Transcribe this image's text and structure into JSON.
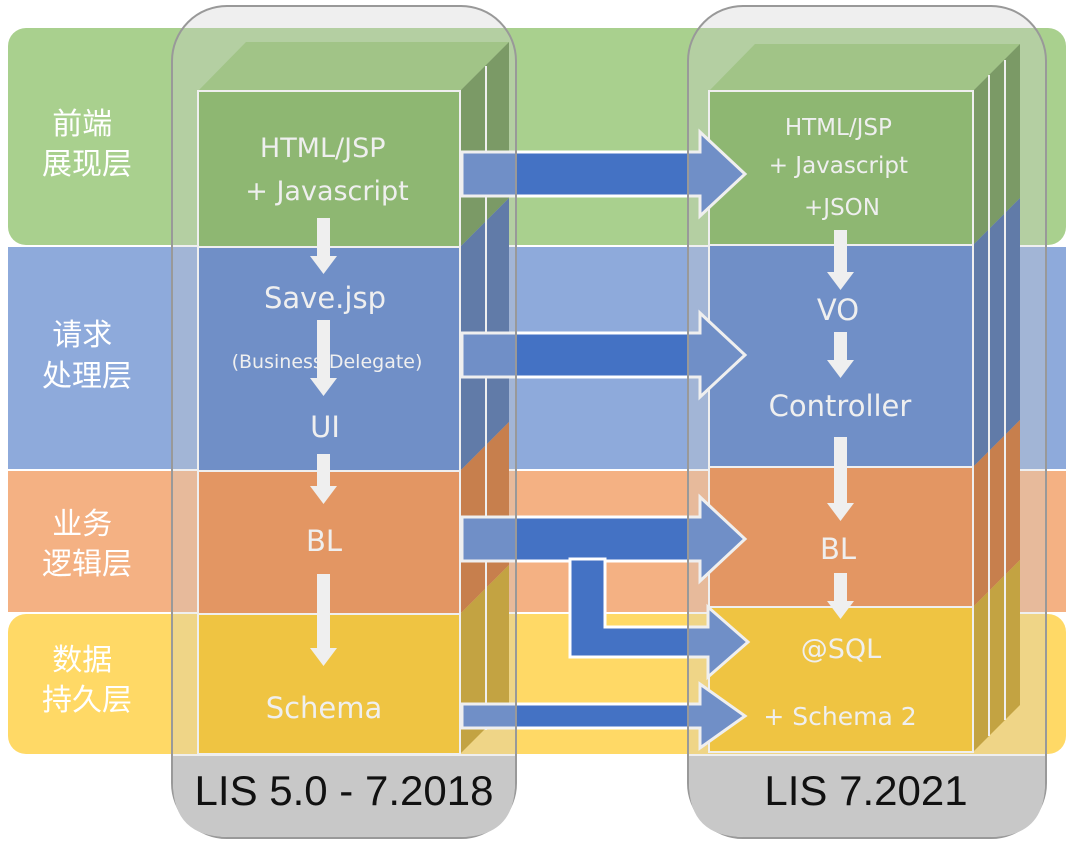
{
  "layers": [
    {
      "id": "frontend",
      "label_lines": [
        "前端",
        "展现层"
      ],
      "band_color": "#a9d08e"
    },
    {
      "id": "request",
      "label_lines": [
        "请求",
        "处理层"
      ],
      "band_color": "#8eaadb"
    },
    {
      "id": "business",
      "label_lines": [
        "业务",
        "逻辑层"
      ],
      "band_color": "#f4b183"
    },
    {
      "id": "data",
      "label_lines": [
        "数据",
        "持久层"
      ],
      "band_color": "#ffd966"
    }
  ],
  "colors": {
    "green": "#70ad47",
    "blue": "#4472c4",
    "orange": "#ed7d31",
    "gold": "#ffc000",
    "arrow": "#4472c4",
    "container": "#d0d0d0"
  },
  "left_stack": {
    "version": "LIS 5.0 - 7.2018",
    "frontend_lines": [
      "HTML/JSP",
      "+ Javascript"
    ],
    "request_top": "Save.jsp",
    "request_mid": "(Business Delegate)",
    "request_bottom": "UI",
    "business": "BL",
    "data": "Schema"
  },
  "right_stack": {
    "version": "LIS 7.2021",
    "frontend_lines": [
      "HTML/JSP",
      "+ Javascript",
      "+JSON"
    ],
    "request_top": "VO",
    "request_bottom": "Controller",
    "business": "BL",
    "data_top": "@SQL",
    "data_bottom": "+ Schema 2"
  }
}
